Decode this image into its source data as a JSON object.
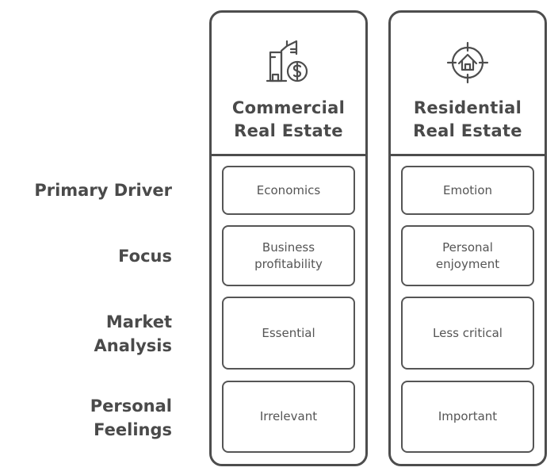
{
  "rows": [
    {
      "label_lines": [
        "Primary Driver"
      ]
    },
    {
      "label_lines": [
        "Focus"
      ]
    },
    {
      "label_lines": [
        "Market",
        "Analysis"
      ]
    },
    {
      "label_lines": [
        "Personal",
        "Feelings"
      ]
    }
  ],
  "columns": [
    {
      "icon": "office-building-dollar-icon",
      "title_lines": [
        "Commercial",
        "Real Estate"
      ],
      "cells": [
        {
          "lines": [
            "Economics"
          ]
        },
        {
          "lines": [
            "Business",
            "profitability"
          ]
        },
        {
          "lines": [
            "Essential"
          ]
        },
        {
          "lines": [
            "Irrelevant"
          ]
        }
      ]
    },
    {
      "icon": "house-target-icon",
      "title_lines": [
        "Residential",
        "Real Estate"
      ],
      "cells": [
        {
          "lines": [
            "Emotion"
          ]
        },
        {
          "lines": [
            "Personal",
            "enjoyment"
          ]
        },
        {
          "lines": [
            "Less critical"
          ]
        },
        {
          "lines": [
            "Important"
          ]
        }
      ]
    }
  ],
  "colors": {
    "stroke": "#4d4d4d",
    "text": "#4a4a4a",
    "background": "#ffffff"
  }
}
